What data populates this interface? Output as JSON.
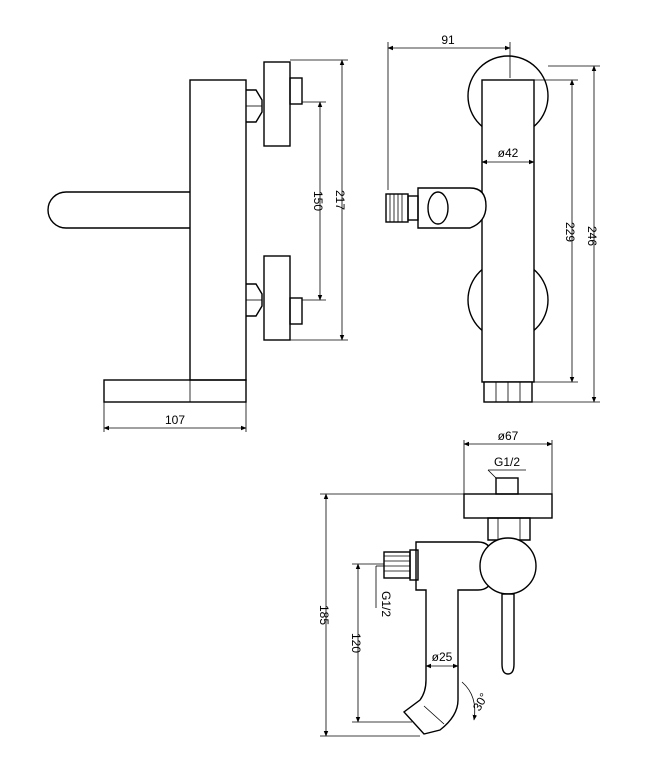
{
  "drawing": {
    "side_view": {
      "width_label": "107",
      "height_label": "217",
      "centers_label": "150"
    },
    "front_view": {
      "depth_label": "91",
      "body_diameter_label": "ø42",
      "body_height_label": "229",
      "overall_height_label": "246"
    },
    "bottom_view": {
      "flange_diameter_label": "ø67",
      "inlet_thread_label": "G1/2",
      "outlet_thread_label": "G1/2",
      "overall_label": "185",
      "spout_drop_label": "120",
      "spout_diameter_label": "ø25",
      "spout_angle_label": "30°"
    }
  }
}
